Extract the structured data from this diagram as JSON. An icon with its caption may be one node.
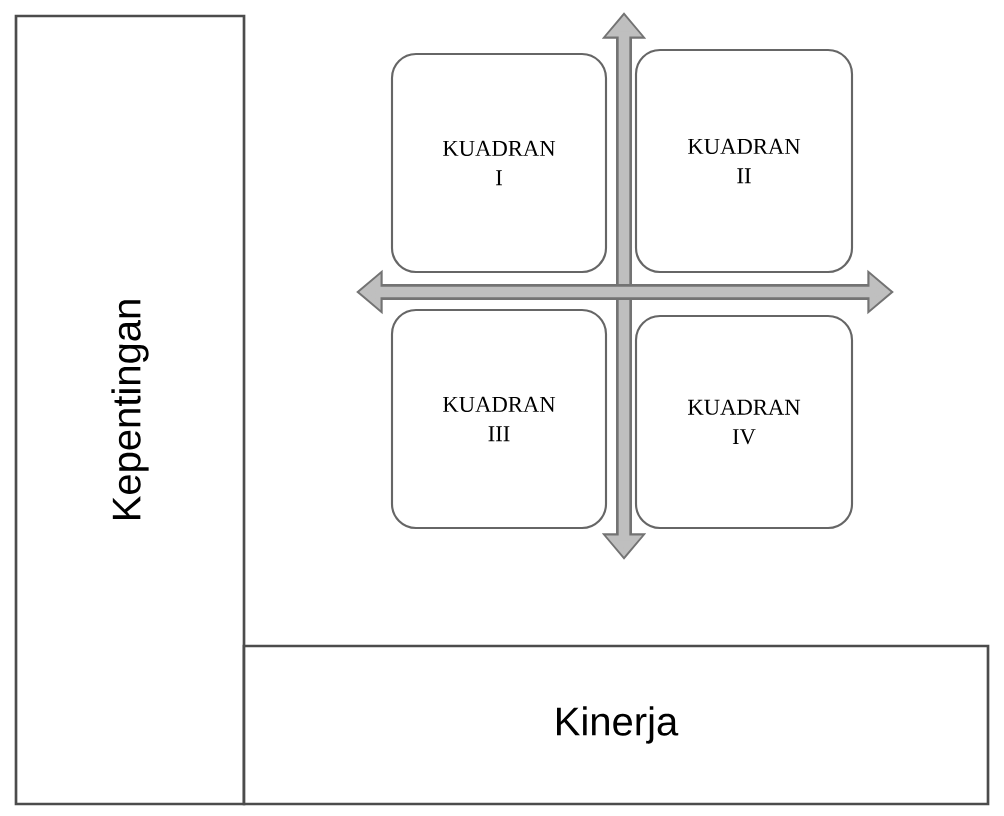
{
  "diagram": {
    "nodes": [
      {
        "text": [
          "Kepentingan"
        ]
      },
      {
        "text": [
          "Kinerja"
        ]
      },
      {
        "text": [
          "KUADRAN I"
        ]
      },
      {
        "text": [
          "KUADRAN II"
        ]
      },
      {
        "text": [
          "KUADRAN III"
        ]
      },
      {
        "text": [
          "KUADRAN IV"
        ]
      }
    ]
  }
}
